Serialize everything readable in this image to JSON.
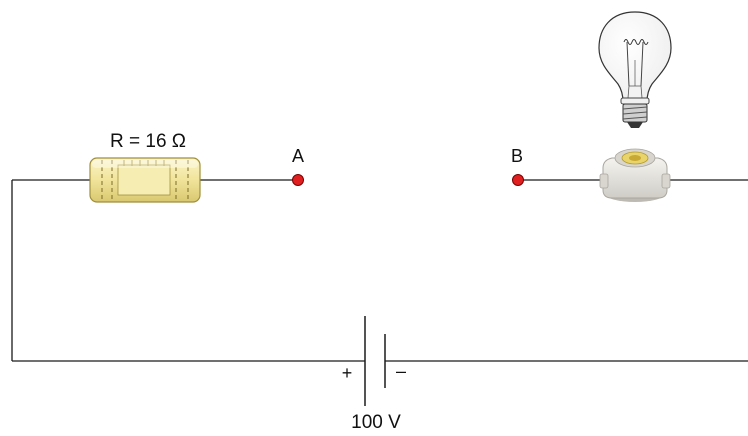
{
  "resistor": {
    "label": "R = 16 Ω"
  },
  "terminals": {
    "a_label": "A",
    "b_label": "B"
  },
  "battery": {
    "voltage_label": "100 V",
    "plus_sign": "+",
    "minus_sign": "–"
  },
  "colors": {
    "wire": "#1a1a1a",
    "terminal": "#e02020",
    "resistor_body": "#f3e7a0",
    "bulb_socket": "#e4e2dc"
  },
  "icons": {
    "bulb": "light-bulb-icon",
    "socket": "bulb-socket-icon"
  }
}
